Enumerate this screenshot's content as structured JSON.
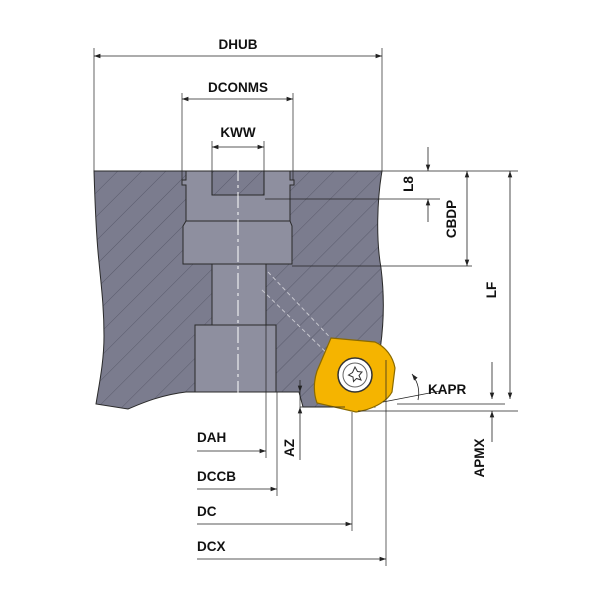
{
  "labels": {
    "dhub": "DHUB",
    "dconms": "DCONMS",
    "kww": "KWW",
    "l8": "L8",
    "cbdp": "CBDP",
    "lf": "LF",
    "kapr": "KAPR",
    "dah": "DAH",
    "az": "AZ",
    "apmx": "APMX",
    "dccb": "DCCB",
    "dc": "DC",
    "dcx": "DCX"
  },
  "colors": {
    "body": "#7b7c8e",
    "bore": "#8e8f9f",
    "hatch": "#5a5b6c",
    "insert": "#f5b400",
    "insert_edge": "#8a6a00",
    "screw": "#ffffff",
    "line": "#222222"
  }
}
